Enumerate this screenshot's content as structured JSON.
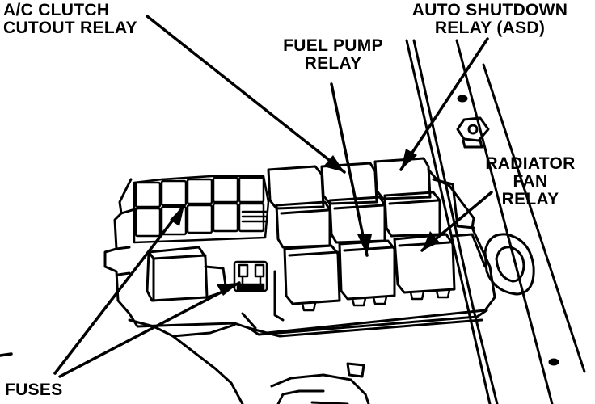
{
  "figure": {
    "ink_color": "#000000",
    "paper_color": "#ffffff",
    "subject": "relay-and-fuse-block"
  },
  "callouts": {
    "ac_clutch_cutout_relay": {
      "line1": "A/C CLUTCH",
      "line2": "CUTOUT RELAY"
    },
    "fuel_pump_relay": {
      "line1": "FUEL PUMP",
      "line2": "RELAY"
    },
    "auto_shutdown_relay": {
      "line1": "AUTO SHUTDOWN",
      "line2": "RELAY (ASD)"
    },
    "radiator_fan_relay": {
      "line1": "RADIATOR",
      "line2": "FAN",
      "line3": "RELAY"
    },
    "fuses": {
      "line1": "FUSES"
    }
  }
}
